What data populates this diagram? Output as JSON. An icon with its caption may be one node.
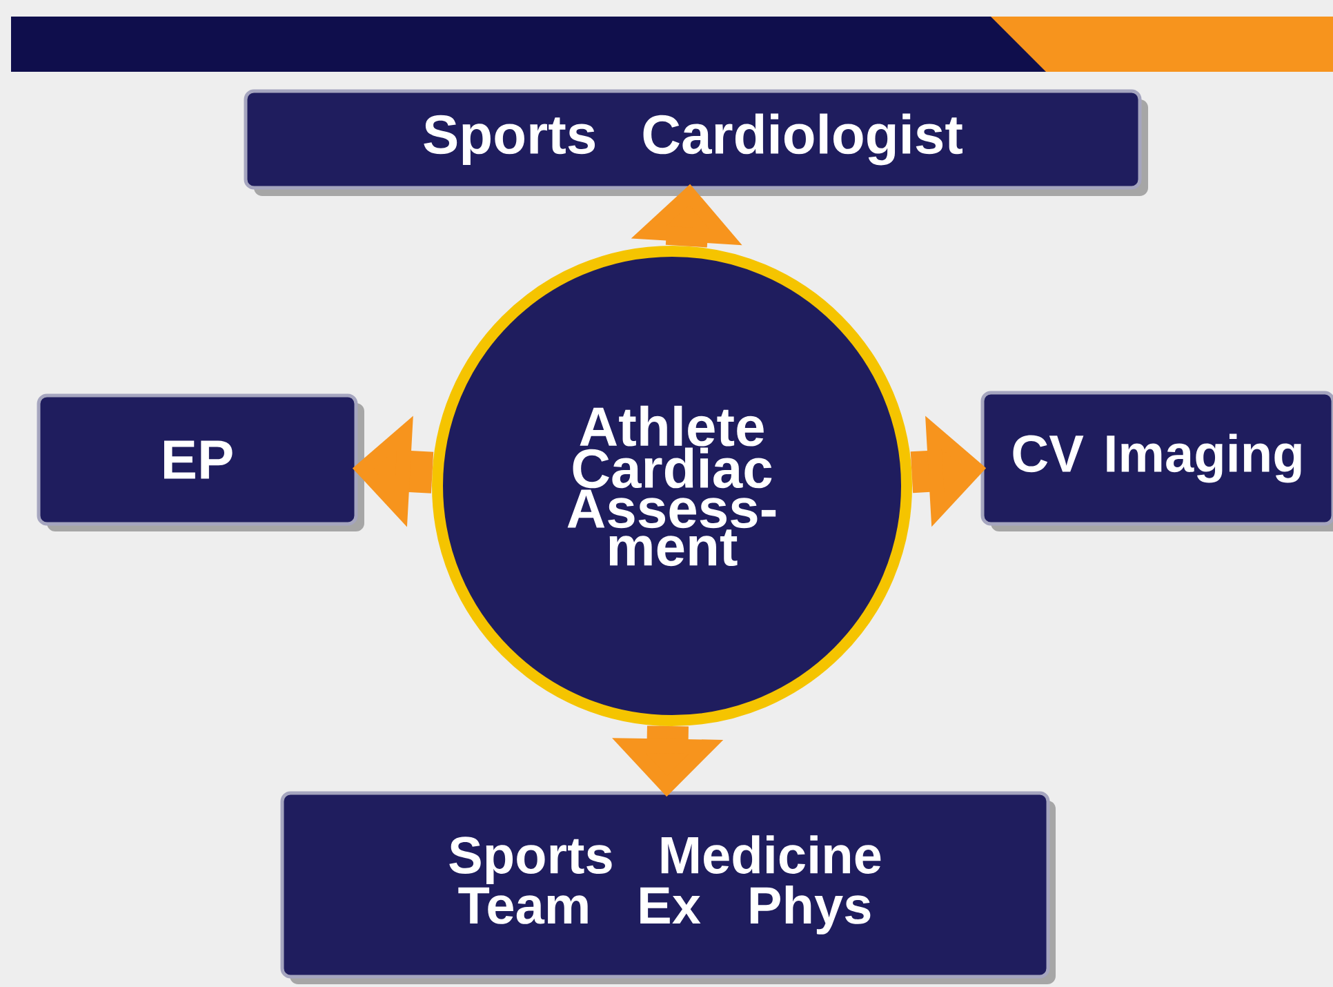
{
  "diagram": {
    "nodes": [
      {
        "text": [
          "Athlete Cardiac Assess- ment"
        ]
      },
      {
        "text": [
          "Sports Cardiologist"
        ]
      },
      {
        "text": [
          "EP"
        ]
      },
      {
        "text": [
          "CV Imaging"
        ]
      },
      {
        "text": [
          "Sports Medicine Team Ex Phys"
        ]
      }
    ],
    "edges": [
      {
        "from": 0,
        "to": 1,
        "arrow": "to"
      },
      {
        "from": 0,
        "to": 2,
        "arrow": "to"
      },
      {
        "from": 0,
        "to": 3,
        "arrow": "to"
      },
      {
        "from": 0,
        "to": 4,
        "arrow": "to"
      }
    ]
  }
}
